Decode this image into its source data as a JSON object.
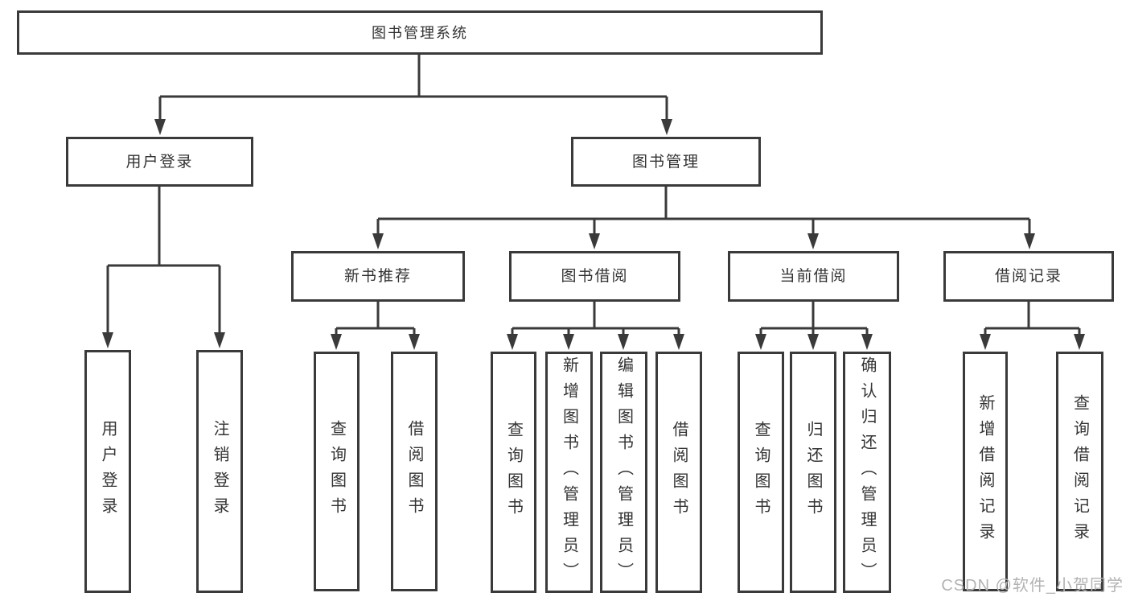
{
  "colors": {
    "line": "#3a3a3a",
    "text": "#333333",
    "watermark_gray": "#b3b3b3",
    "background": "#ffffff"
  },
  "watermark": {
    "text": "CSDN @软件_小贺同学"
  },
  "diagram": {
    "root": {
      "label": "图书管理系统"
    },
    "branches": [
      {
        "label": "用户登录",
        "children": [
          {
            "label": "用户登录"
          },
          {
            "label": "注销登录"
          }
        ]
      },
      {
        "label": "图书管理",
        "groups": [
          {
            "label": "新书推荐",
            "children": [
              {
                "label": "查询图书"
              },
              {
                "label": "借阅图书"
              }
            ]
          },
          {
            "label": "图书借阅",
            "children": [
              {
                "label": "查询图书"
              },
              {
                "label": "新增图书（管理员）"
              },
              {
                "label": "编辑图书（管理员）"
              },
              {
                "label": "借阅图书"
              }
            ]
          },
          {
            "label": "当前借阅",
            "children": [
              {
                "label": "查询图书"
              },
              {
                "label": "归还图书"
              },
              {
                "label": "确认归还（管理员）"
              }
            ]
          },
          {
            "label": "借阅记录",
            "children": [
              {
                "label": "新增借阅记录"
              },
              {
                "label": "查询借阅记录"
              }
            ]
          }
        ]
      }
    ]
  }
}
